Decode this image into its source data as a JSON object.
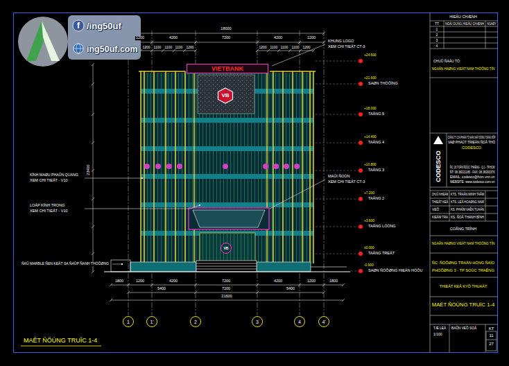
{
  "diagram": {
    "nodes": [
      {
        "text": [
          "VIETBANK"
        ]
      },
      {
        "text": [
          "VB"
        ]
      },
      {
        "text": [
          "VB"
        ]
      },
      {
        "text": [
          "1"
        ]
      },
      {
        "text": [
          "1'"
        ]
      },
      {
        "text": [
          "2"
        ]
      },
      {
        "text": [
          "3"
        ]
      },
      {
        "text": [
          "4"
        ]
      },
      {
        "text": [
          "4'"
        ]
      }
    ],
    "labels": [
      "f",
      "/ing50uf",
      "ing50uf.com",
      "18000",
      "1200",
      "4200",
      "7200",
      "4200",
      "1200",
      "1200",
      "1100",
      "1100",
      "1100",
      "1200",
      "1200",
      "1100",
      "1100",
      "1100",
      "1200",
      "23400",
      "1800",
      "1200",
      "4200",
      "7200",
      "4200",
      "1200",
      "1800",
      "5400",
      "7200",
      "5400",
      "21600",
      "KÍNH MAØU PHAÛN QUANG",
      "XEM CHI TIEÁT - V10",
      "LOÁP KÍNH TRONG",
      "XEM CHI TIEÁT - V10",
      "ÑAÙ MARBLE ÑEN KEÁT SA ÑAÙP ÑANH THÖÔØNG",
      "KHUNG LOGO",
      "XEM CHI TIEÁT CT-3",
      "MAÙI ÑOÙN",
      "XEM CHI TIEÁT CT-3",
      "+24.600",
      "+21.600",
      "SAØN THÖÔÏNG",
      "+18.000",
      "TAÀNG 5",
      "+14.400",
      "TAÀNG 4",
      "+10.800",
      "TAÀNG 3",
      "+7.200",
      "TAÀNG 2",
      "+3.600",
      "TAÀNG LÖÛNG",
      "±0.000",
      "TAÀNG TREÄT",
      "-0.900",
      "SAØN ÑÖÔØNG HIEÄN HÖÕU",
      "MAËT ÑÖÙNG TRUÏC 1-4",
      "HIEÄU CHÆNH",
      "TT",
      "NOÄI DUNG HIEÄU CHÆNH",
      "NGAØY",
      "1",
      "2",
      "3",
      "4",
      "CHUÛ ÑAÀU TÖ:",
      "NGAÂN HAØNG VIEÄT NAM THÖÔNG TÍN",
      "CODESCO",
      "COÂNG TY COÅ PHAÀN TÖ VAÁN XAÂY DÖÏNG TOÅNG HÔÏP",
      "VAØ PHAÙT TRIEÅN ÑOÂ THÒ",
      "CODESCO",
      "ÑC: 26 TOÂN ÑÖÙC THAÉNG - Q.1 - TP.HCM",
      "ÑT: 08.38221185 - FAX: 08.38293376",
      "EMAIL: codesco@hcm.vnn.vn",
      "WEBSITE: www.codesco.com.vn",
      "CHUÛ NHIEÄM",
      "KTS. TRAÀN MINH TAÂM",
      "THIEÁT KEÁ",
      "KTS. LEÂ HOAØNG NAM",
      "VEÕ",
      "KS. PHAÏM VAÊN TUAÁN",
      "KIEÅM TRA",
      "KS. ÑOÃ THANH BÌNH",
      "COÂNG TRÌNH",
      "NGAÂN HAØNG VIEÄT NAM THÖÔNG TÍN",
      "ÑC: ÑÖÔØNG TRAÀN HÖNG ÑAÏO",
      "PHÖÔØNG 3 - TP SOÙC TRAÊNG",
      "THIEÁT KEÁ KYÕ THUAÄT",
      "MAËT ÑÖÙNG TRUÏC 1-4",
      "TÆ LEÄ",
      "1/100",
      "BAÛN VEÕ SOÁ",
      "KT",
      "11",
      "27"
    ]
  }
}
